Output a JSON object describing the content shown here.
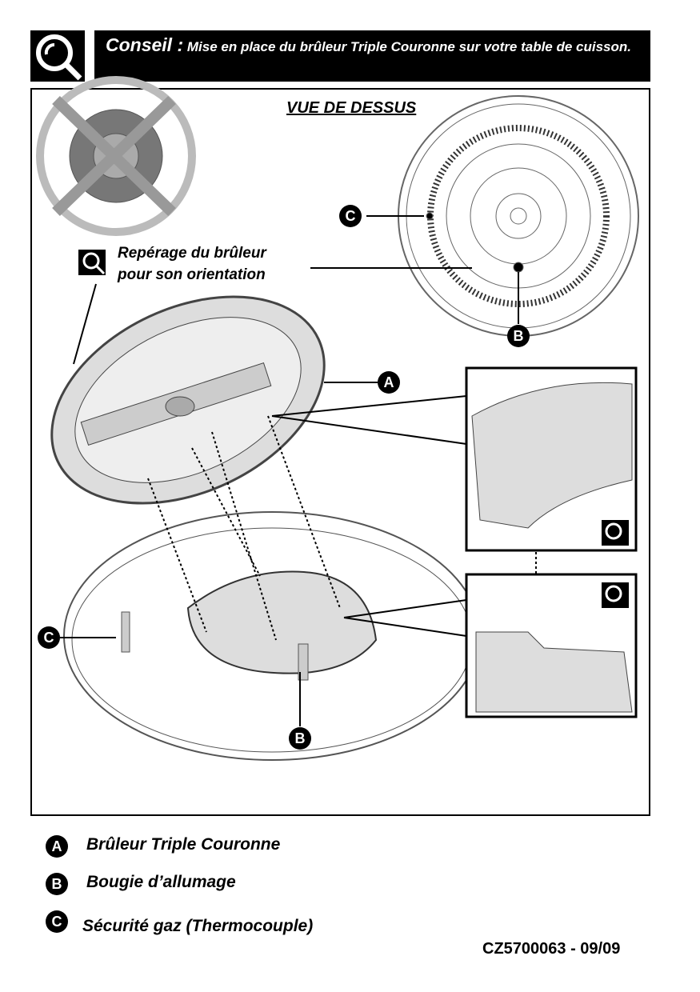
{
  "header": {
    "title_strong": "Conseil :",
    "title_rest": "Mise en place du brûleur Triple Couronne sur votre table de cuisson."
  },
  "diagram": {
    "view_label": "VUE DE DESSUS",
    "callout": {
      "line1": "Repérage du brûleur",
      "line2": "pour son orientation"
    },
    "markers": {
      "a": "A",
      "b": "B",
      "c": "C"
    }
  },
  "legend": [
    {
      "key": "A",
      "label": "Brûleur Triple Couronne"
    },
    {
      "key": "B",
      "label": "Bougie d’allumage"
    },
    {
      "key": "C",
      "label": "Sécurité gaz (Thermocouple)"
    }
  ],
  "footer": {
    "reference": "CZ5700063 - 09/09"
  }
}
